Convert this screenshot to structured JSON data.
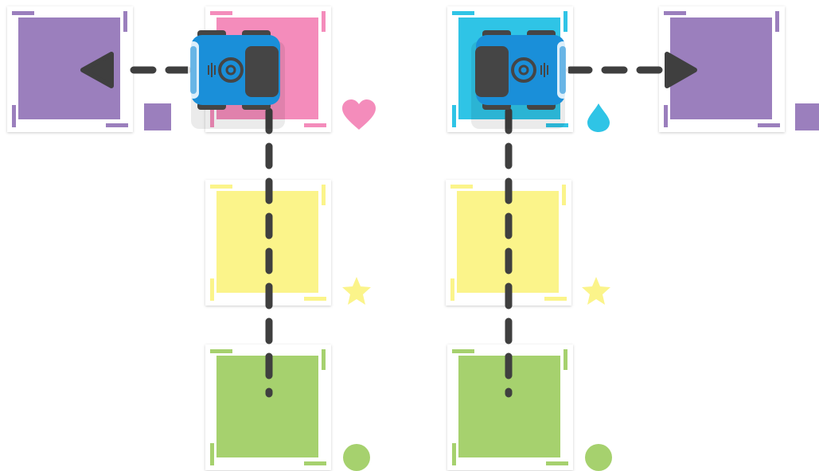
{
  "colors": {
    "purple": "#9b7fbd",
    "pink": "#f48cbb",
    "yellow": "#fbf48a",
    "green": "#a6d16e",
    "cyan": "#2fc4e6",
    "robot_blue": "#1a8fd9",
    "robot_dark": "#454545",
    "path": "#3f3f3f"
  },
  "board": {
    "left_route": {
      "tiles": [
        {
          "name": "tile-purple-left",
          "color": "purple",
          "symbol": "square-icon"
        },
        {
          "name": "tile-pink-start",
          "color": "pink",
          "symbol": "heart-icon"
        },
        {
          "name": "tile-yellow-left",
          "color": "yellow",
          "symbol": "star-icon"
        },
        {
          "name": "tile-green-left",
          "color": "green",
          "symbol": "circle-icon"
        }
      ],
      "robot_facing": "left",
      "exit_direction": "left"
    },
    "right_route": {
      "tiles": [
        {
          "name": "tile-cyan-start",
          "color": "cyan",
          "symbol": "drop-icon"
        },
        {
          "name": "tile-purple-right",
          "color": "purple",
          "symbol": "square-icon"
        },
        {
          "name": "tile-yellow-right",
          "color": "yellow",
          "symbol": "star-icon"
        },
        {
          "name": "tile-green-right",
          "color": "green",
          "symbol": "circle-icon"
        }
      ],
      "robot_facing": "right",
      "exit_direction": "right"
    }
  }
}
